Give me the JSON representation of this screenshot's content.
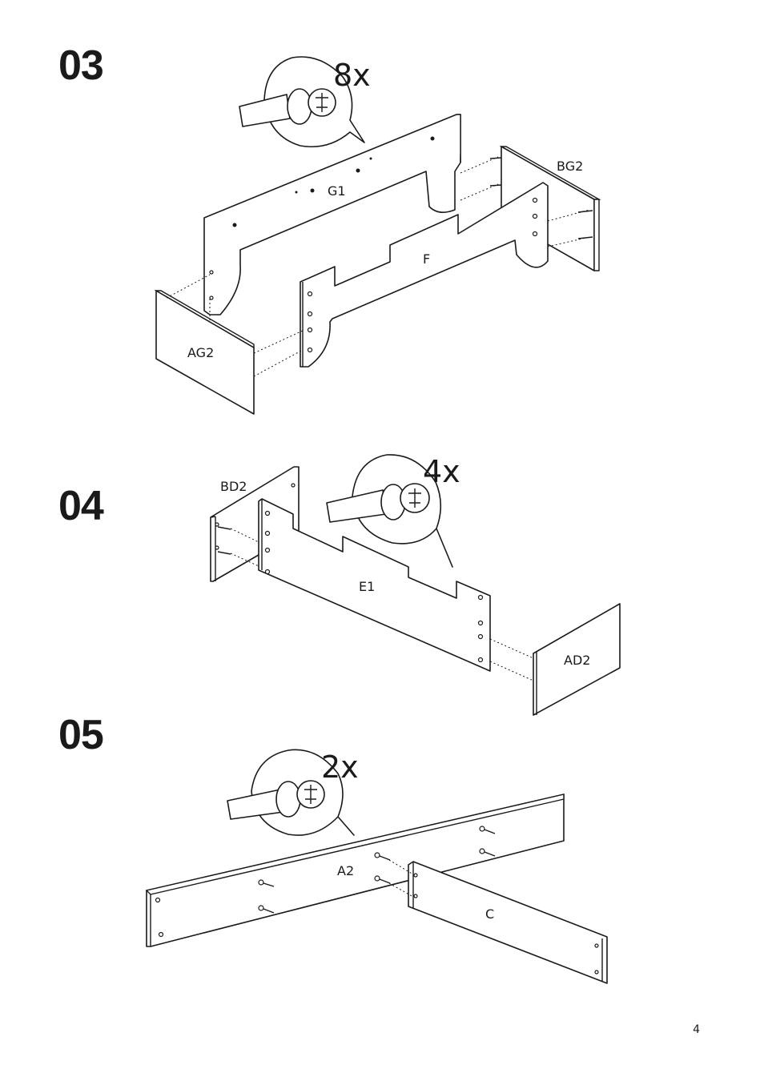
{
  "steps": [
    {
      "number": "03",
      "count": "8x",
      "parts": [
        "G1",
        "BG2",
        "F",
        "AG2"
      ]
    },
    {
      "number": "04",
      "count": "4x",
      "parts": [
        "BD2",
        "E1",
        "AD2"
      ]
    },
    {
      "number": "05",
      "count": "2x",
      "parts": [
        "A2",
        "C"
      ]
    }
  ],
  "page_number": "4"
}
